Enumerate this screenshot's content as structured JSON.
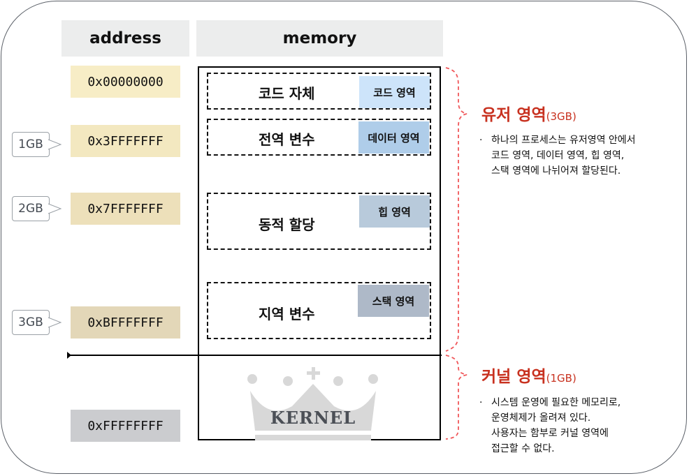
{
  "headers": {
    "address": "address",
    "memory": "memory"
  },
  "addresses": [
    {
      "value": "0x00000000",
      "color": "#f7edc6"
    },
    {
      "value": "0x3FFFFFFF",
      "color": "#f3e8c0"
    },
    {
      "value": "0x7FFFFFFF",
      "color": "#ede0ba"
    },
    {
      "value": "0xBFFFFFFF",
      "color": "#e3d7b8"
    },
    {
      "value": "0xFFFFFFFF",
      "color": "#cbcccf"
    }
  ],
  "size_markers": [
    "1GB",
    "2GB",
    "3GB"
  ],
  "segments": [
    {
      "label": "코드 자체",
      "tag": "코드 영역",
      "tag_color": "#cde4fa"
    },
    {
      "label": "전역 변수",
      "tag": "데이터 영역",
      "tag_color": "#afcde9"
    },
    {
      "label": "동적 할당",
      "tag": "힙 영역",
      "tag_color": "#b8cadb"
    },
    {
      "label": "지역 변수",
      "tag": "스택 영역",
      "tag_color": "#aeb9c8"
    }
  ],
  "kernel_logo_text": "KERNEL",
  "user_area": {
    "title": "유저 영역",
    "size": "(3GB)",
    "lines": [
      "하나의 프로세스는 유저영역 안에서",
      "코드 영역, 데이터 영역, 힙 영역,",
      "스택 영역에 나뉘어져 할당된다."
    ]
  },
  "kernel_area": {
    "title": "커널 영역",
    "size": "(1GB)",
    "lines": [
      "시스템 운영에 필요한 메모리로,",
      "운영체제가 올려져 있다.",
      "사용자는 함부로 커널 영역에",
      "접근할 수 없다."
    ]
  },
  "colors": {
    "accent_red": "#c8311f",
    "brace_red": "#f0575a"
  }
}
